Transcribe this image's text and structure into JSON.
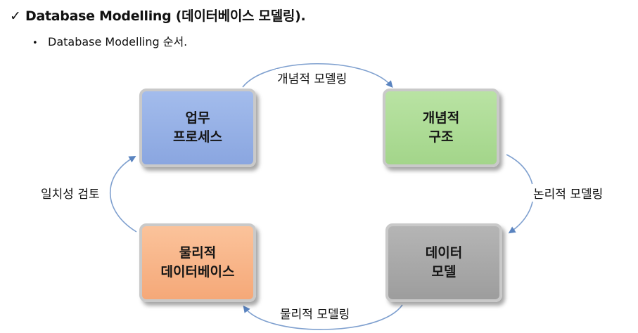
{
  "heading": {
    "check": "✓",
    "title": "Database Modelling (데이터베이스 모델링)."
  },
  "subtitle": {
    "bullet": "•",
    "text": "Database Modelling 순서."
  },
  "nodes": {
    "business_process": "업무\n프로세스",
    "conceptual_structure": "개념적\n구조",
    "data_model": "데이터\n모델",
    "physical_database": "물리적\n데이터베이스"
  },
  "edges": {
    "conceptual_modeling": "개념적 모델링",
    "logical_modeling": "논리적 모델링",
    "physical_modeling": "물리적 모델링",
    "consistency_review": "일치성 검토"
  },
  "colors": {
    "arrow": "#5a84c0",
    "business_process": "#8aa6e0",
    "conceptual_structure": "#a3d58a",
    "data_model": "#9d9d9d",
    "physical_database": "#f5a878"
  }
}
